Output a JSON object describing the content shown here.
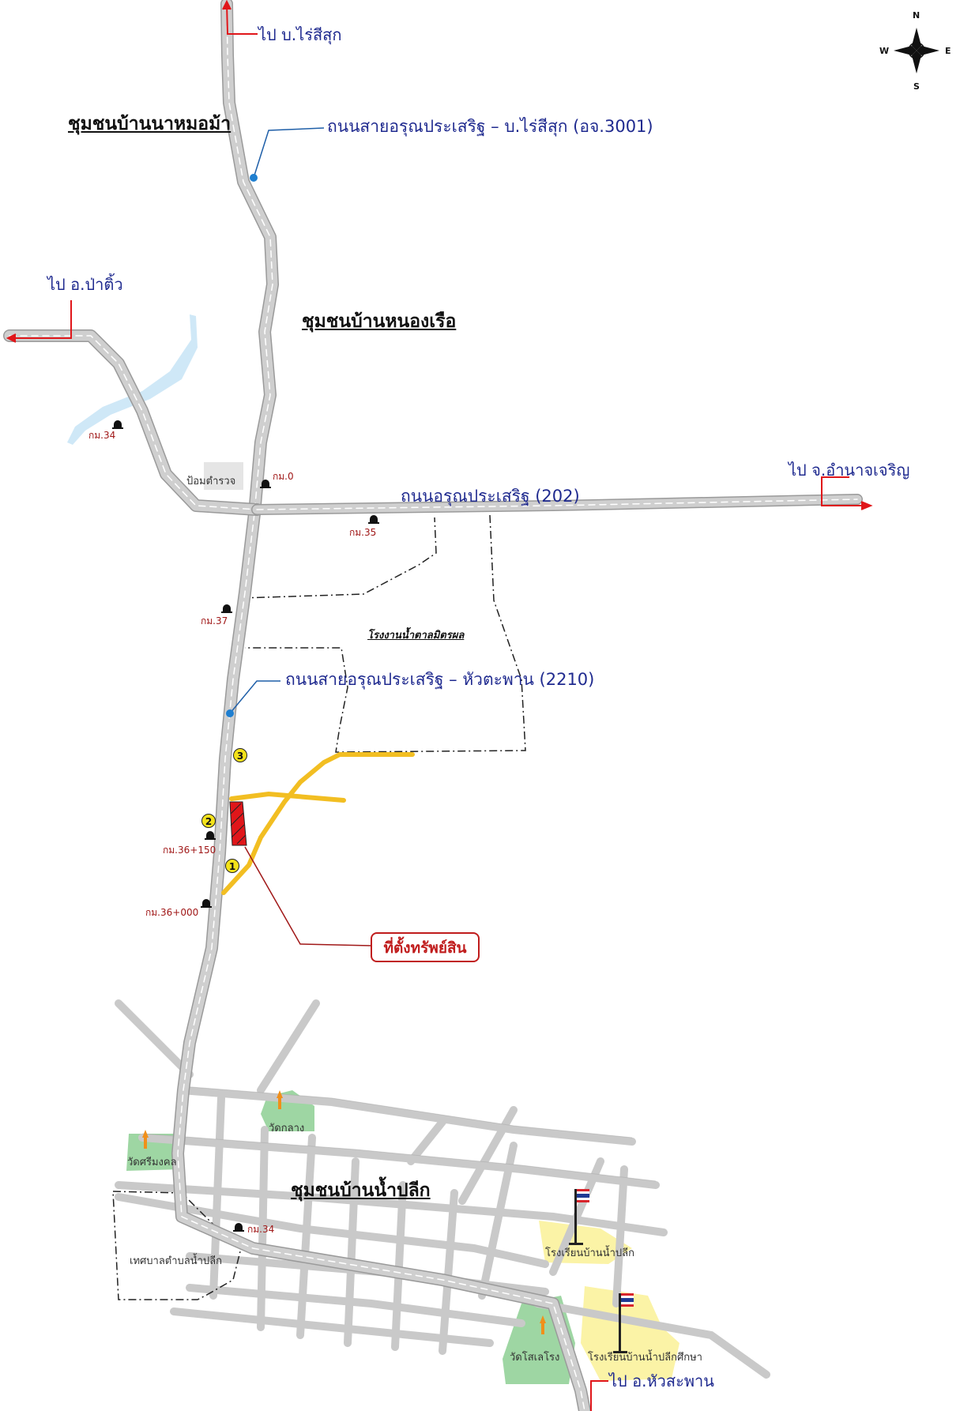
{
  "compass": {
    "n": "N",
    "s": "S",
    "e": "E",
    "w": "W"
  },
  "communities": {
    "na_mo_ma": "ชุมชนบ้านนาหมอม้า",
    "nong_ruea": "ชุมชนบ้านหนองเรือ",
    "nam_plik": "ชุมชนบ้านน้ำปลีก"
  },
  "roads": {
    "road_3001": "ถนนสายอรุณประเสริฐ – บ.ไร่สีสุก (อจ.3001)",
    "road_202": "ถนนอรุณประเสริฐ (202)",
    "road_2210": "ถนนสายอรุณประเสริฐ – หัวตะพาน (2210)"
  },
  "directions": {
    "to_rai_si_suk": "ไป บ.ไร่สีสุก",
    "to_pa_tio": "ไป อ.ป่าติ้ว",
    "to_amnat": "ไป จ.อำนาจเจริญ",
    "to_hua_taphan": "ไป อ.หัวสะพาน"
  },
  "km_posts": {
    "km34_top": "กม.34",
    "km0": "กม.0",
    "km35": "กม.35",
    "km37": "กม.37",
    "km36_150": "กม.36+150",
    "km36_000": "กม.36+000",
    "km34_bottom": "กม.34"
  },
  "places": {
    "police": "ป้อมตำรวจ",
    "sugar_factory": "โรงงานน้ำตาลมิตรผล",
    "wat_klang": "วัดกลาง",
    "wat_si_mongkhon": "วัดศรีมงคล",
    "municipality": "เทศบาลตำบลน้ำปลีก",
    "school_1": "โรงเรียนบ้านน้ำปลีก",
    "school_2": "โรงเรียนบ้านน้ำปลีกศึกษา",
    "wat_sala": "วัดโสเลโรง"
  },
  "markers": [
    "1",
    "2",
    "3"
  ],
  "asset_label": "ที่ตั้งทรัพย์สิน",
  "colors": {
    "road": "#c9c9c9",
    "road_edge": "#9a9a9a",
    "access_road": "#f2be22",
    "asset": "#e0161a",
    "arrow": "#e0161a",
    "temple_green": "#9ed6a3",
    "school_yellow": "#fbf3a6",
    "water": "#cfe8f7"
  }
}
